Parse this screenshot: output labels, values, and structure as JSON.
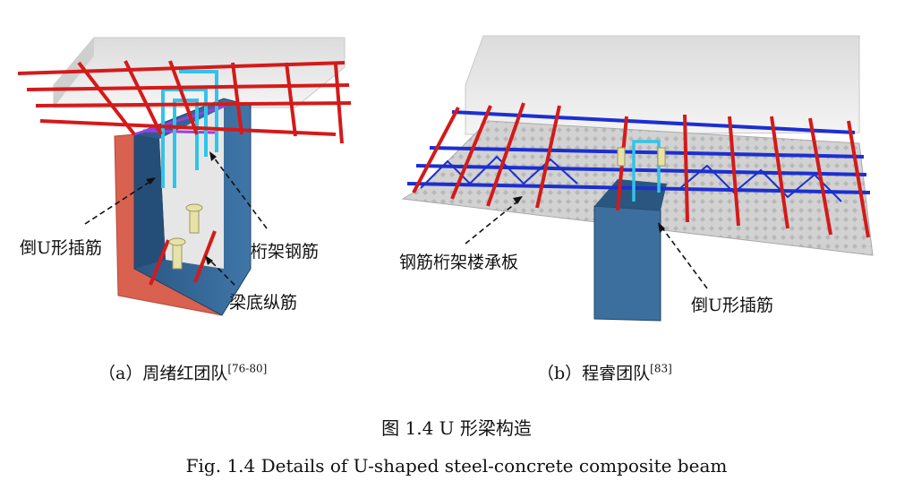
{
  "panel_a": {
    "labels": {
      "inverted_u_bar": "倒U形插筋",
      "truss_rebar": "桁架钢筋",
      "beam_bottom_rebar": "梁底纵筋"
    },
    "caption": {
      "text": "（a）周绪红团队",
      "ref": "[76-80]"
    }
  },
  "panel_b": {
    "labels": {
      "truss_deck": "钢筋桁架楼承板",
      "inverted_u_bar": "倒U形插筋"
    },
    "caption": {
      "text": "（b）程睿团队",
      "ref": "[83]"
    }
  },
  "figure": {
    "title_cn": "图 1.4 U 形梁构造",
    "title_en": "Fig. 1.4 Details of U-shaped steel-concrete composite beam"
  },
  "colors": {
    "red_rebar": "#d41a1a",
    "blue_rebar": "#1c2fd0",
    "cyan_bar": "#30c4ea",
    "steel_u": "#2e5d8a",
    "concrete": "#e8e8e8",
    "deck": "#cfcfcf",
    "flange_salmon": "#d9614f"
  }
}
